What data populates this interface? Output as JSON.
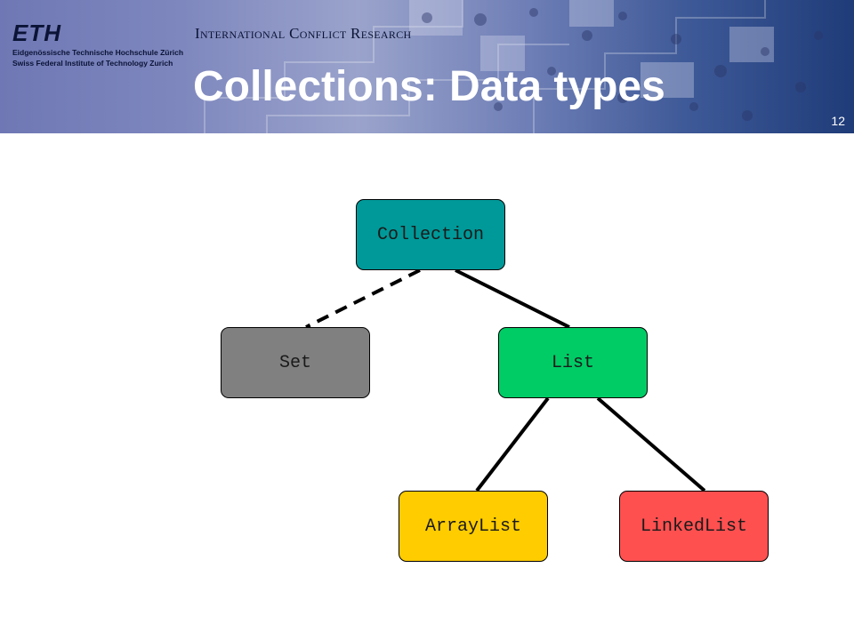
{
  "header": {
    "logo_text": "ETH",
    "institution_line_1": "Eidgenössische Technische Hochschule Zürich",
    "institution_line_2": "Swiss Federal Institute of Technology Zurich",
    "program": "International Conflict Research",
    "title": "Collections: Data types",
    "slide_number": "12"
  },
  "diagram": {
    "nodes": [
      {
        "id": "collection",
        "label": "Collection",
        "color": "#009999"
      },
      {
        "id": "set",
        "label": "Set",
        "color": "#808080"
      },
      {
        "id": "list",
        "label": "List",
        "color": "#00cc66"
      },
      {
        "id": "arraylist",
        "label": "ArrayList",
        "color": "#ffcc00"
      },
      {
        "id": "linkedlist",
        "label": "LinkedList",
        "color": "#ff5050"
      }
    ],
    "edges": [
      {
        "from": "collection",
        "to": "set",
        "style": "dashed"
      },
      {
        "from": "collection",
        "to": "list",
        "style": "solid"
      },
      {
        "from": "list",
        "to": "arraylist",
        "style": "solid"
      },
      {
        "from": "list",
        "to": "linkedlist",
        "style": "solid"
      }
    ]
  }
}
